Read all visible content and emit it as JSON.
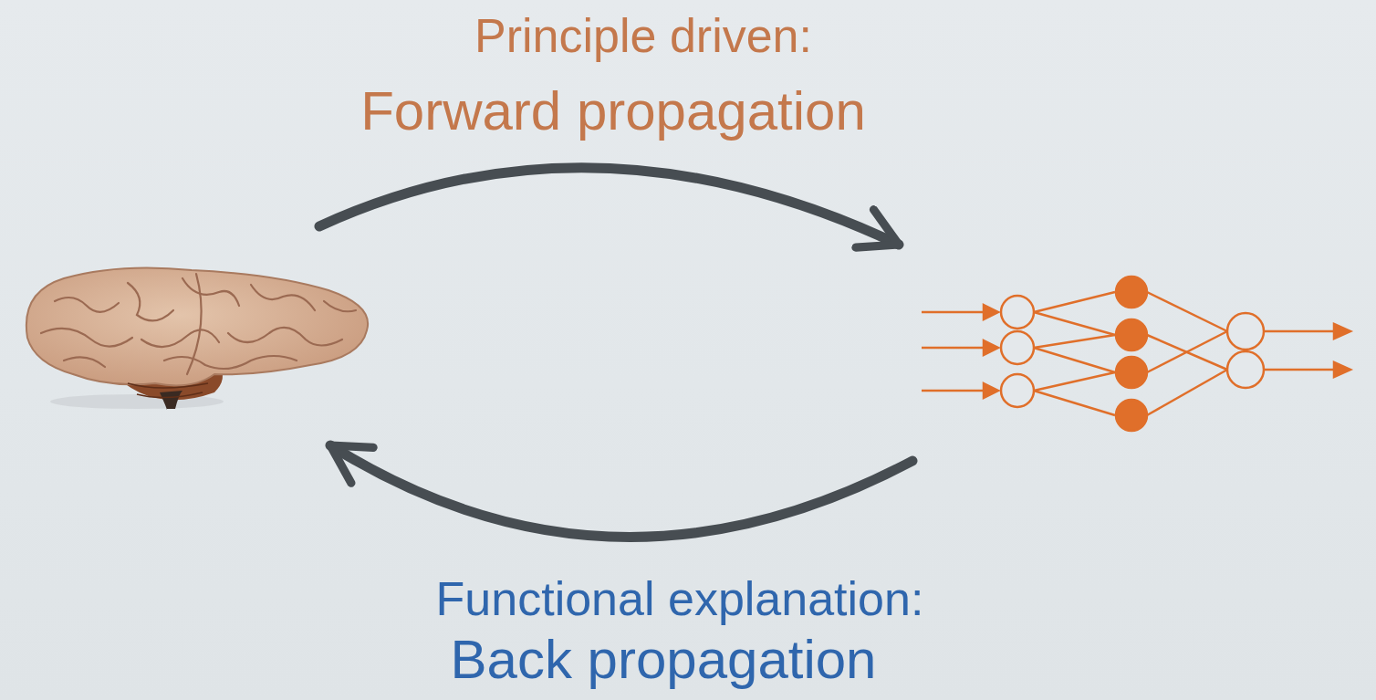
{
  "diagram": {
    "labels": [
      "Principle driven:",
      "Forward propagation",
      "Functional explanation:",
      "Back propagation"
    ]
  }
}
